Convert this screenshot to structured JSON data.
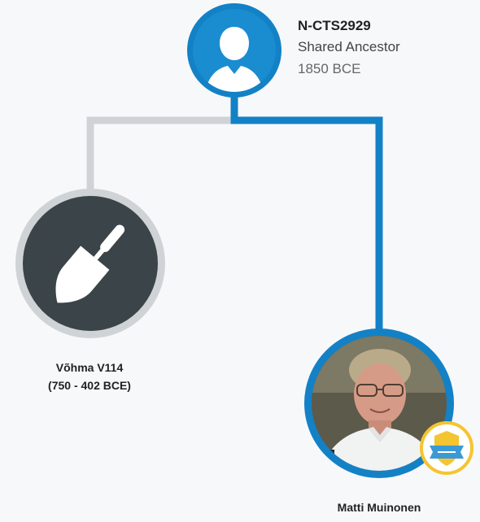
{
  "ancestor": {
    "id": "N-CTS2929",
    "role": "Shared Ancestor",
    "date": "1850 BCE",
    "icon": "person-silhouette-icon"
  },
  "sample": {
    "name": "Võhma V114",
    "range": "(750 - 402 BCE)",
    "icon": "trowel-icon"
  },
  "tester": {
    "name": "Matti Muinonen",
    "badge_icon": "verified-shield-badge-icon"
  },
  "colors": {
    "primary_blue": "#1381c6",
    "line_gray": "#d0d3d6",
    "sample_bg": "#3a4449",
    "badge_gold": "#f5c431"
  }
}
